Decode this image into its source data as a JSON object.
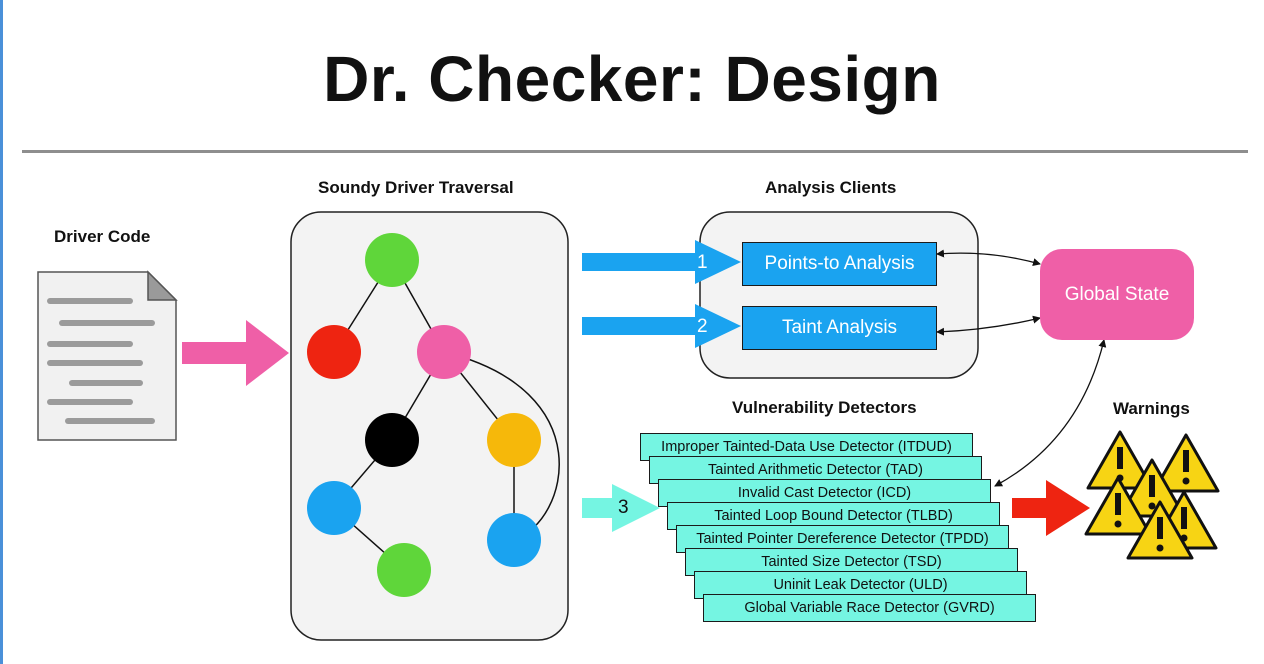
{
  "title": "Dr. Checker: Design",
  "labels": {
    "driver_code": "Driver Code",
    "traversal": "Soundy Driver Traversal",
    "clients": "Analysis Clients",
    "detectors": "Vulnerability Detectors",
    "warnings": "Warnings"
  },
  "clients": [
    {
      "num": "1",
      "label": "Points-to Analysis"
    },
    {
      "num": "2",
      "label": "Taint Analysis"
    }
  ],
  "detector_arrow_num": "3",
  "global_state": "Global State",
  "detectors": [
    "Improper Tainted-Data Use Detector (ITDUD)",
    "Tainted Arithmetic Detector (TAD)",
    "Invalid Cast Detector (ICD)",
    "Tainted Loop Bound Detector (TLBD)",
    "Tainted Pointer Dereference Detector (TPDD)",
    "Tainted Size Detector (TSD)",
    "Uninit Leak Detector (ULD)",
    "Global Variable Race Detector (GVRD)"
  ],
  "colors": {
    "green": "#5fd63a",
    "red": "#ee2411",
    "pink": "#ef5fa7",
    "black": "#000000",
    "yellow": "#f6b80a",
    "blue": "#1aa3f0",
    "cyan": "#75f5e2",
    "warning_yellow": "#f7d414"
  }
}
